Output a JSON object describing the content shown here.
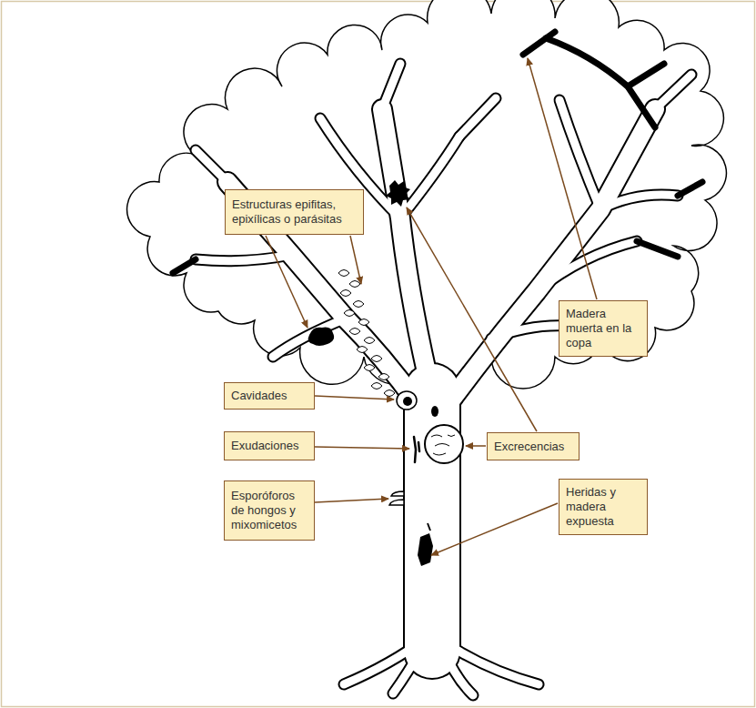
{
  "diagram": {
    "nodes": [
      {
        "text": [
          "Estructuras epifitas, epixílicas o parásitas"
        ]
      },
      {
        "text": [
          "Madera muerta en la copa"
        ]
      },
      {
        "text": [
          "Cavidades"
        ]
      },
      {
        "text": [
          "Exudaciones"
        ]
      },
      {
        "text": [
          "Excrecencias"
        ]
      },
      {
        "text": [
          "Esporóforos de hongos y mixomicetos"
        ]
      },
      {
        "text": [
          "Heridas y madera expuesta"
        ]
      }
    ]
  }
}
